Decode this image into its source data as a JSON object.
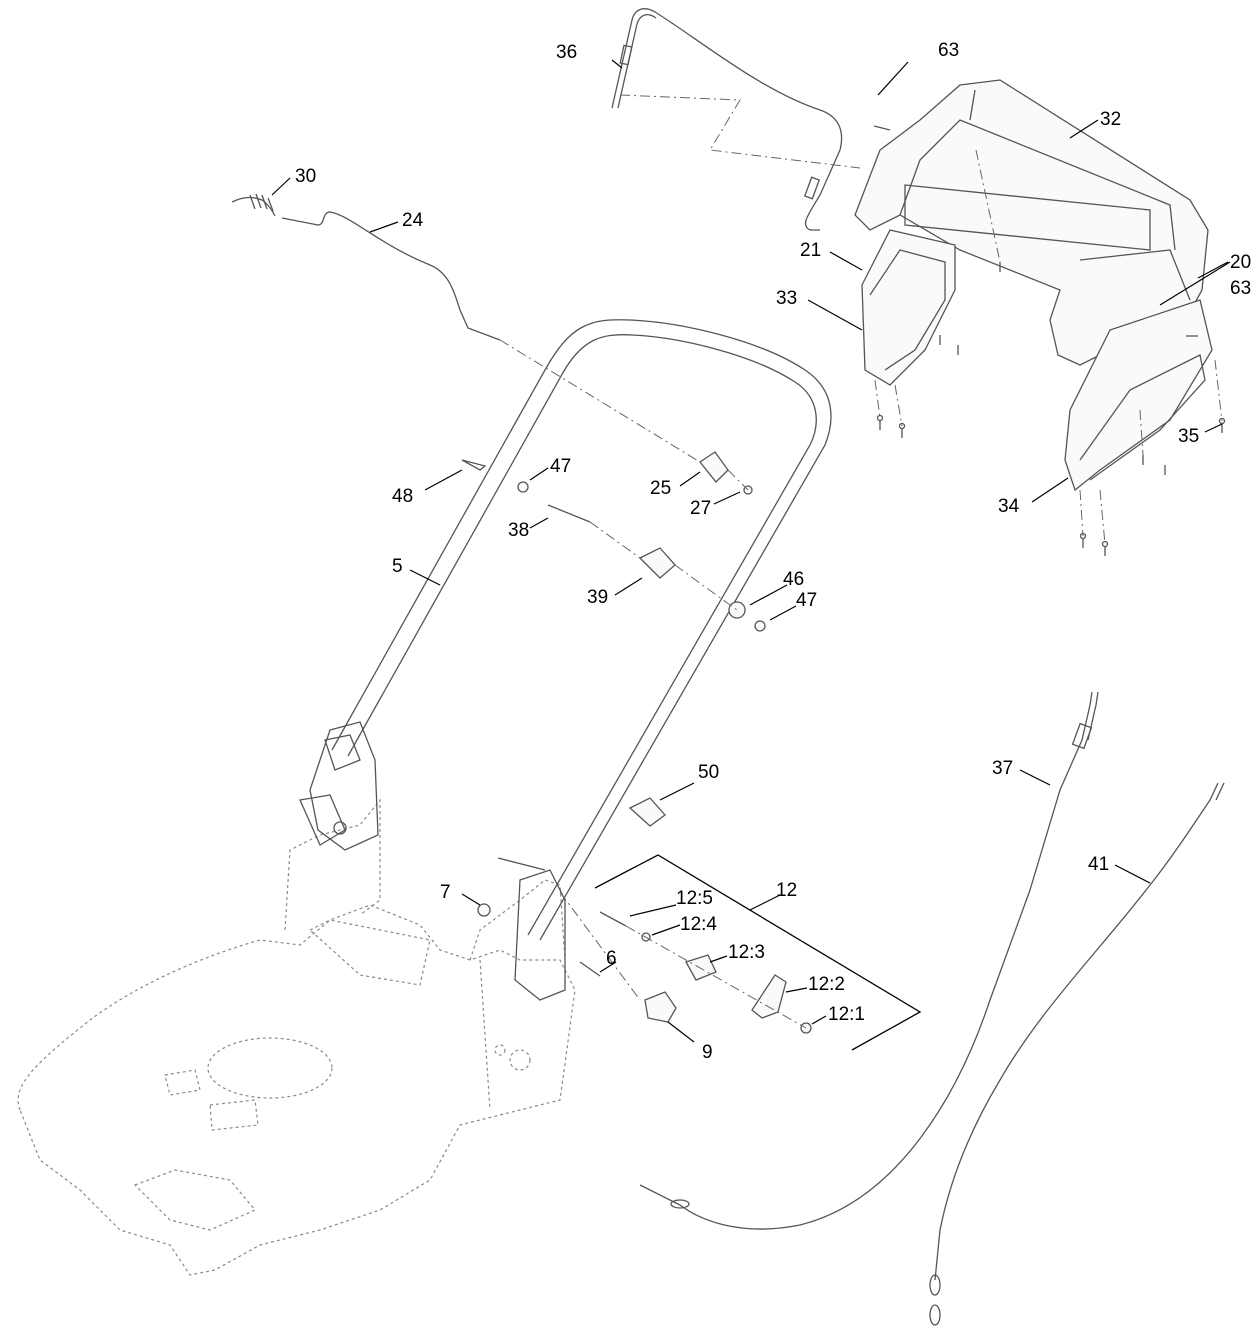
{
  "callouts": {
    "c63a": "63",
    "c36": "36",
    "c32": "32",
    "c30": "30",
    "c24": "24",
    "c21": "21",
    "c20": "20",
    "c63b": "63",
    "c33": "33",
    "c35": "35",
    "c34": "34",
    "c47a": "47",
    "c48": "48",
    "c25": "25",
    "c27": "27",
    "c38": "38",
    "c5": "5",
    "c39": "39",
    "c46": "46",
    "c47b": "47",
    "c37": "37",
    "c50": "50",
    "c41": "41",
    "c12": "12",
    "c7": "7",
    "c12_5": "12:5",
    "c12_4": "12:4",
    "c12_3": "12:3",
    "c6": "6",
    "c12_2": "12:2",
    "c12_1": "12:1",
    "c9": "9"
  }
}
